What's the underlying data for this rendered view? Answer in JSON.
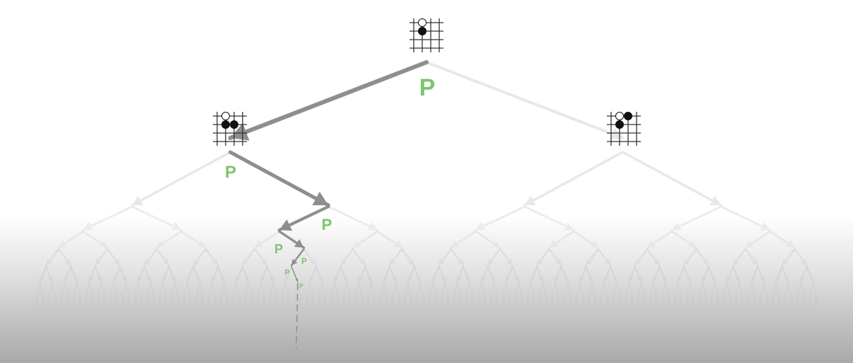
{
  "diagram": {
    "type": "game-tree-search",
    "edge_color": "#e6e6e6",
    "highlight_color": "#8e8e8e",
    "label_color": "#7cc46e",
    "policy_labels": [
      "P",
      "P",
      "P",
      "P",
      "P",
      "P",
      "P"
    ],
    "boards": [
      {
        "name": "root-board",
        "stones": [
          {
            "col": 1,
            "row": 0,
            "color": "white"
          },
          {
            "col": 1,
            "row": 1,
            "color": "black"
          }
        ]
      },
      {
        "name": "left-child-board",
        "stones": [
          {
            "col": 1,
            "row": 0,
            "color": "white"
          },
          {
            "col": 1,
            "row": 1,
            "color": "black"
          },
          {
            "col": 2,
            "row": 1,
            "color": "black"
          }
        ]
      },
      {
        "name": "right-child-board",
        "stones": [
          {
            "col": 1,
            "row": 0,
            "color": "white"
          },
          {
            "col": 1,
            "row": 1,
            "color": "black"
          },
          {
            "col": 2,
            "row": 0,
            "color": "black"
          }
        ]
      }
    ]
  }
}
